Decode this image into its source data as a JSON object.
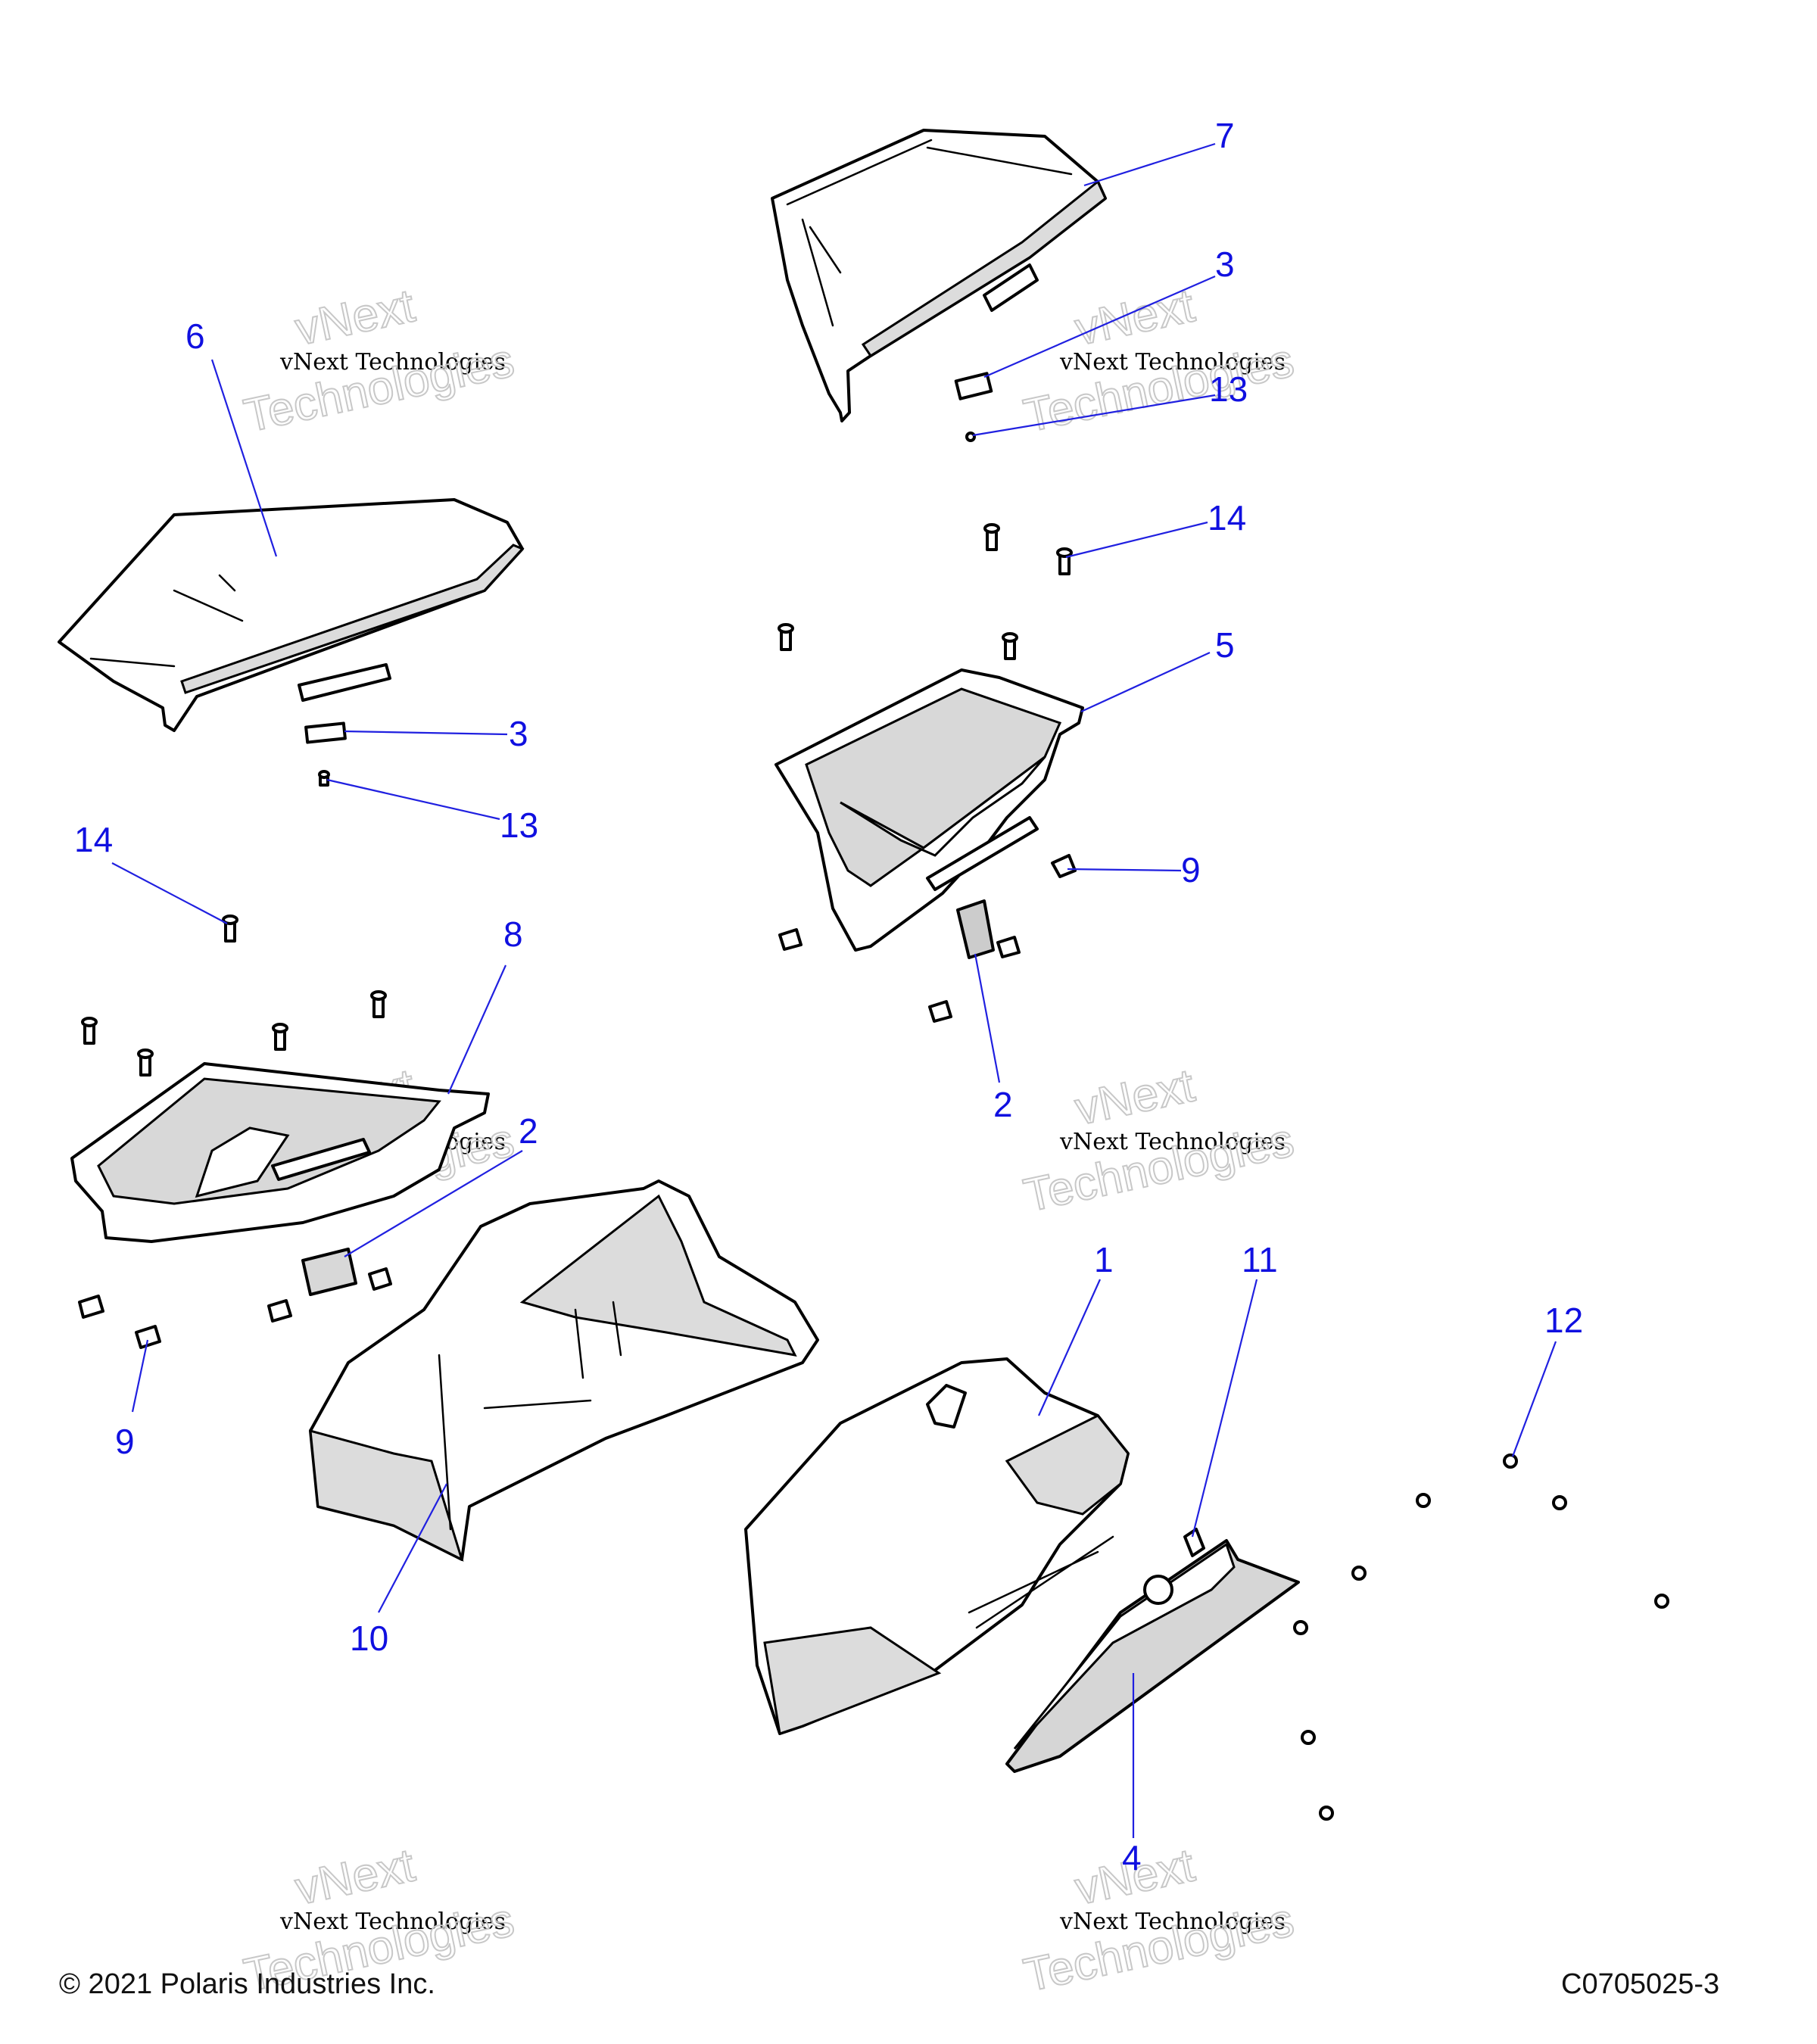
{
  "diagram": {
    "callouts": [
      {
        "id": "c7",
        "label": "7"
      },
      {
        "id": "c3a",
        "label": "3"
      },
      {
        "id": "c13a",
        "label": "13"
      },
      {
        "id": "c14a",
        "label": "14"
      },
      {
        "id": "c5",
        "label": "5"
      },
      {
        "id": "c9a",
        "label": "9"
      },
      {
        "id": "c2a",
        "label": "2"
      },
      {
        "id": "c6",
        "label": "6"
      },
      {
        "id": "c3b",
        "label": "3"
      },
      {
        "id": "c13b",
        "label": "13"
      },
      {
        "id": "c14b",
        "label": "14"
      },
      {
        "id": "c8",
        "label": "8"
      },
      {
        "id": "c2b",
        "label": "2"
      },
      {
        "id": "c9b",
        "label": "9"
      },
      {
        "id": "c10",
        "label": "10"
      },
      {
        "id": "c1",
        "label": "1"
      },
      {
        "id": "c11",
        "label": "11"
      },
      {
        "id": "c12",
        "label": "12"
      },
      {
        "id": "c4",
        "label": "4"
      }
    ],
    "watermark": {
      "top_line": "vNext",
      "sub_line": "vNext Technologies",
      "bottom_line": "Technologies"
    }
  },
  "footer": {
    "copyright": "© 2021 Polaris Industries Inc.",
    "figure_code": "C0705025-3"
  },
  "colors": {
    "callout": "#1010e0",
    "part_fill": "#ffffff",
    "part_shade": "#d9d9d9",
    "line": "#000000"
  }
}
